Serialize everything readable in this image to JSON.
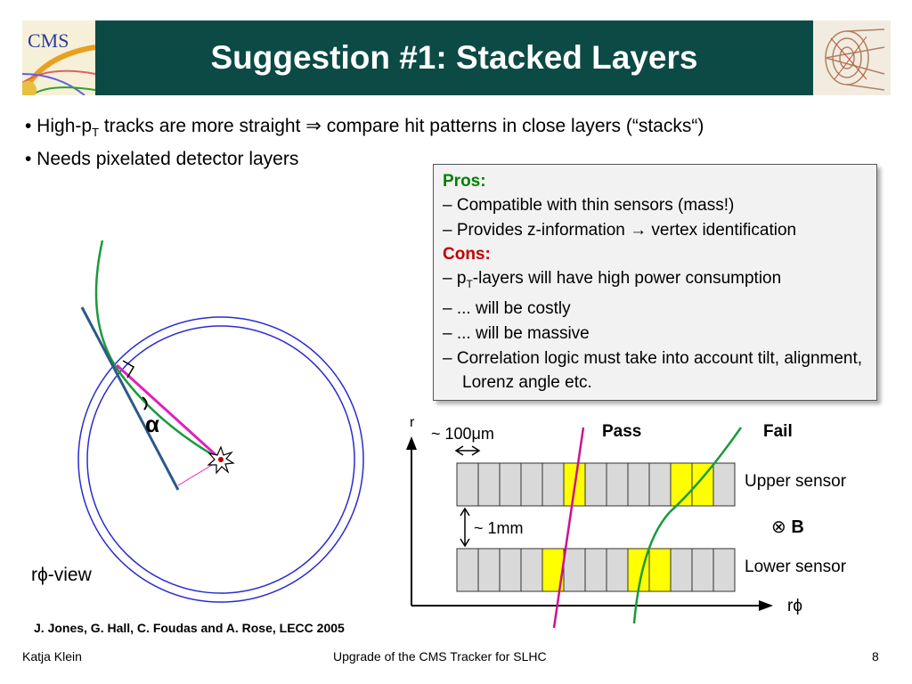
{
  "title": "Suggestion #1: Stacked Layers",
  "logo": {
    "text": "CMS"
  },
  "bullets": [
    {
      "prefix": "• High-p",
      "sub": "T",
      "text": " tracks are more straight ",
      "arrow": "⇒",
      "rest": " compare hit patterns in close layers (“stacks“)"
    },
    {
      "text": "• Needs pixelated detector layers"
    }
  ],
  "box": {
    "pros_label": "Pros:",
    "pros": [
      {
        "dash": "–",
        "text": "Compatible with thin sensors (mass!)"
      },
      {
        "dash": "–",
        "text_a": "Provides z-information ",
        "arrow": "→",
        "text_b": " vertex identification"
      }
    ],
    "cons_label": "Cons:",
    "cons": [
      {
        "dash": "–",
        "p": "p",
        "sub": "T",
        "text": "-layers will have high power consumption"
      },
      {
        "dash": "–",
        "text": "... will be costly"
      },
      {
        "dash": "–",
        "text": "... will be massive"
      },
      {
        "dash": "–",
        "text": "Correlation logic must take into account tilt, alignment, Lorenz angle etc."
      }
    ]
  },
  "left_diagram": {
    "alpha": "α",
    "view_label": "rϕ-view"
  },
  "right_diagram": {
    "r_axis": "r",
    "rphi_axis": "rϕ",
    "pitch": "~ 100μm",
    "gap": "~ 1mm",
    "pass": "Pass",
    "fail": "Fail",
    "upper": "Upper sensor",
    "lower": "Lower sensor",
    "bfield_symbol": "⊗",
    "bfield": "B"
  },
  "citation": "J. Jones, G. Hall, C. Foudas and A. Rose, LECC 2005",
  "footer": {
    "author": "Katja Klein",
    "talk": "Upgrade of the CMS Tracker for SLHC",
    "page": "8"
  },
  "colors": {
    "title_bg": "#0b4a45",
    "pros": "#008000",
    "cons": "#c00000",
    "hit": "#ffff00",
    "strip": "#d9d9d9"
  }
}
